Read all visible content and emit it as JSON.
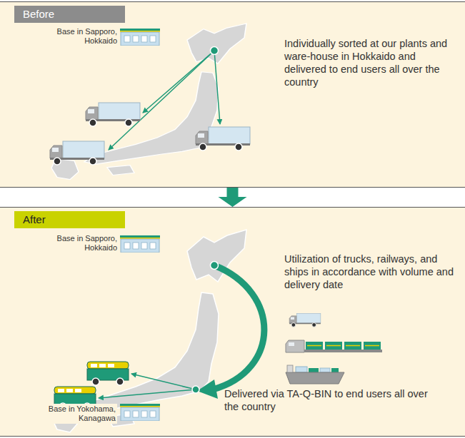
{
  "diagram": {
    "nodes": [
      {
        "text": [
          "Before"
        ]
      },
      {
        "text": [
          "After"
        ]
      }
    ],
    "edges": [
      {
        "from": 0,
        "to": 1,
        "arrow": "to"
      }
    ],
    "labels": [
      "Base in Sapporo, Hokkaido",
      "Individually sorted at our plants and ware-house in Hokkaido and delivered to end users all over the country",
      "Base in Sapporo, Hokkaido",
      "Utilization of trucks, railways, and ships in accordance with volume and delivery date",
      "Delivered via TA-Q-BIN to end users all over the country",
      "Base in Yokohama, Kanagawa"
    ]
  }
}
